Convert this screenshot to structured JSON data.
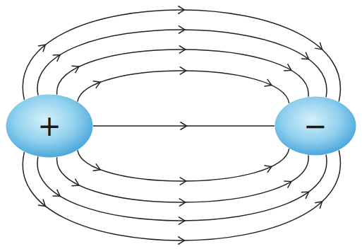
{
  "diagram": {
    "nodes": [
      {
        "text": [
          "+"
        ]
      },
      {
        "text": [
          "−"
        ]
      }
    ],
    "edges": [
      {
        "from": 0,
        "to": 1,
        "arrow": "to"
      },
      {
        "from": 0,
        "to": 1,
        "arrow": "to"
      },
      {
        "from": 0,
        "to": 1,
        "arrow": "to"
      },
      {
        "from": 0,
        "to": 1,
        "arrow": "to"
      },
      {
        "from": 0,
        "to": 1,
        "arrow": "to"
      },
      {
        "from": 0,
        "to": 1,
        "arrow": "to"
      },
      {
        "from": 0,
        "to": 1,
        "arrow": "to"
      },
      {
        "from": 0,
        "to": 1,
        "arrow": "to"
      },
      {
        "from": 0,
        "to": 1,
        "arrow": "to"
      }
    ]
  }
}
